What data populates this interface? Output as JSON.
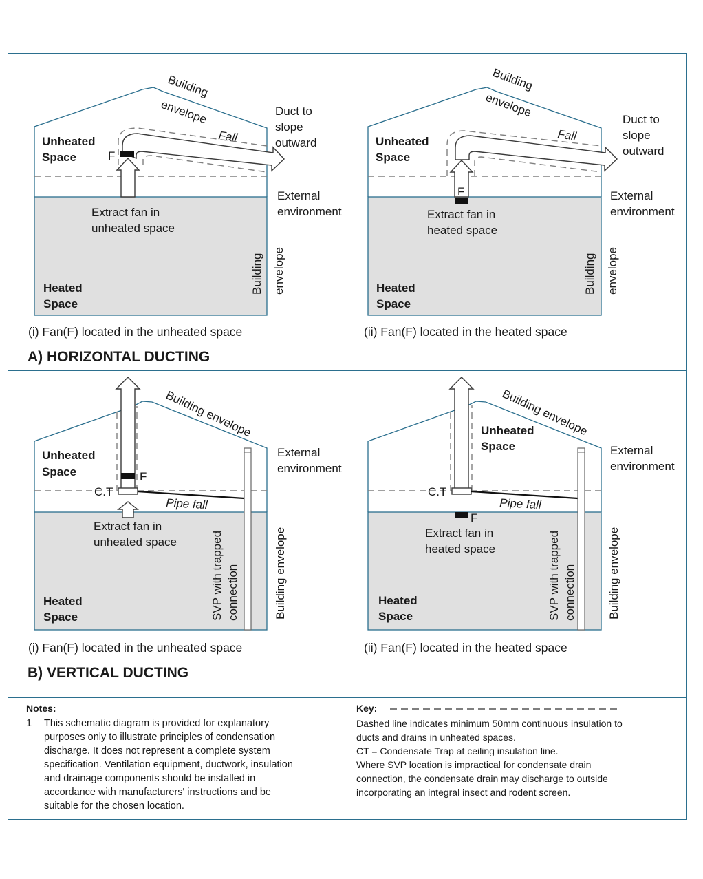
{
  "colors": {
    "frame": "#2b6f8e",
    "heated_fill": "#e0e0e0",
    "line": "#2b6f8e",
    "duct": "#3a3a3a",
    "dash": "#808080"
  },
  "horizontal": {
    "heading": "A)    HORIZONTAL DUCTING",
    "panel_i": {
      "caption": "(i)   Fan(F) located in the unheated space",
      "building_envelope_roof_1": "Building",
      "building_envelope_roof_2": "envelope",
      "unheated_1": "Unheated",
      "unheated_2": "Space",
      "fan_label": "F",
      "fall": "Fall",
      "duct_1": "Duct to",
      "duct_2": "slope",
      "duct_3": "outward",
      "external_1": "External",
      "external_2": "environment",
      "extract_1": "Extract fan in",
      "extract_2": "unheated space",
      "wall_building": "Building",
      "wall_envelope": "envelope",
      "heated_1": "Heated",
      "heated_2": "Space"
    },
    "panel_ii": {
      "caption": "(ii)   Fan(F) located in the heated space",
      "building_envelope_roof_1": "Building",
      "building_envelope_roof_2": "envelope",
      "unheated_1": "Unheated",
      "unheated_2": "Space",
      "fan_label": "F",
      "fall": "Fall",
      "duct_1": "Duct to",
      "duct_2": "slope",
      "duct_3": "outward",
      "external_1": "External",
      "external_2": "environment",
      "extract_1": "Extract fan in",
      "extract_2": "heated space",
      "wall_building": "Building",
      "wall_envelope": "envelope",
      "heated_1": "Heated",
      "heated_2": "Space"
    }
  },
  "vertical": {
    "heading": "B)    VERTICAL DUCTING",
    "panel_i": {
      "caption": "(i)   Fan(F) located in the unheated space",
      "building_envelope_roof": "Building envelope",
      "unheated_1": "Unheated",
      "unheated_2": "Space",
      "fan_label": "F",
      "ct": "C.T",
      "pipe_fall": "Pipe fall",
      "external_1": "External",
      "external_2": "environment",
      "extract_1": "Extract fan in",
      "extract_2": "unheated space",
      "svp_1": "SVP with trapped",
      "svp_2": "connection",
      "wall": "Building envelope",
      "heated_1": "Heated",
      "heated_2": "Space"
    },
    "panel_ii": {
      "caption": "(ii)   Fan(F) located in the heated space",
      "building_envelope_roof": "Building envelope",
      "unheated_1": "Unheated",
      "unheated_2": "Space",
      "fan_label": "F",
      "ct": "C.T",
      "pipe_fall": "Pipe fall",
      "external_1": "External",
      "external_2": "environment",
      "extract_1": "Extract fan in",
      "extract_2": "heated space",
      "svp_1": "SVP with trapped",
      "svp_2": "connection",
      "wall": "Building envelope",
      "heated_1": "Heated",
      "heated_2": "Space"
    }
  },
  "notes": {
    "heading": "Notes:",
    "number": "1",
    "lines": [
      "This schematic diagram is provided for explanatory",
      "purposes only to illustrate principles of condensation",
      "discharge. It does not represent a complete system",
      "specification. Ventilation equipment, ductwork, insulation",
      "and drainage components should be installed in",
      "accordance with manufacturers' instructions and be",
      "suitable for the chosen location."
    ]
  },
  "key": {
    "heading": "Key:",
    "lines": [
      "Dashed line indicates minimum 50mm continuous insulation to",
      "ducts and drains in unheated spaces.",
      "CT = Condensate Trap at ceiling insulation line.",
      "Where SVP location is impractical for condensate drain",
      "connection, the condensate drain may discharge to outside",
      "incorporating an integral insect and rodent screen."
    ]
  }
}
